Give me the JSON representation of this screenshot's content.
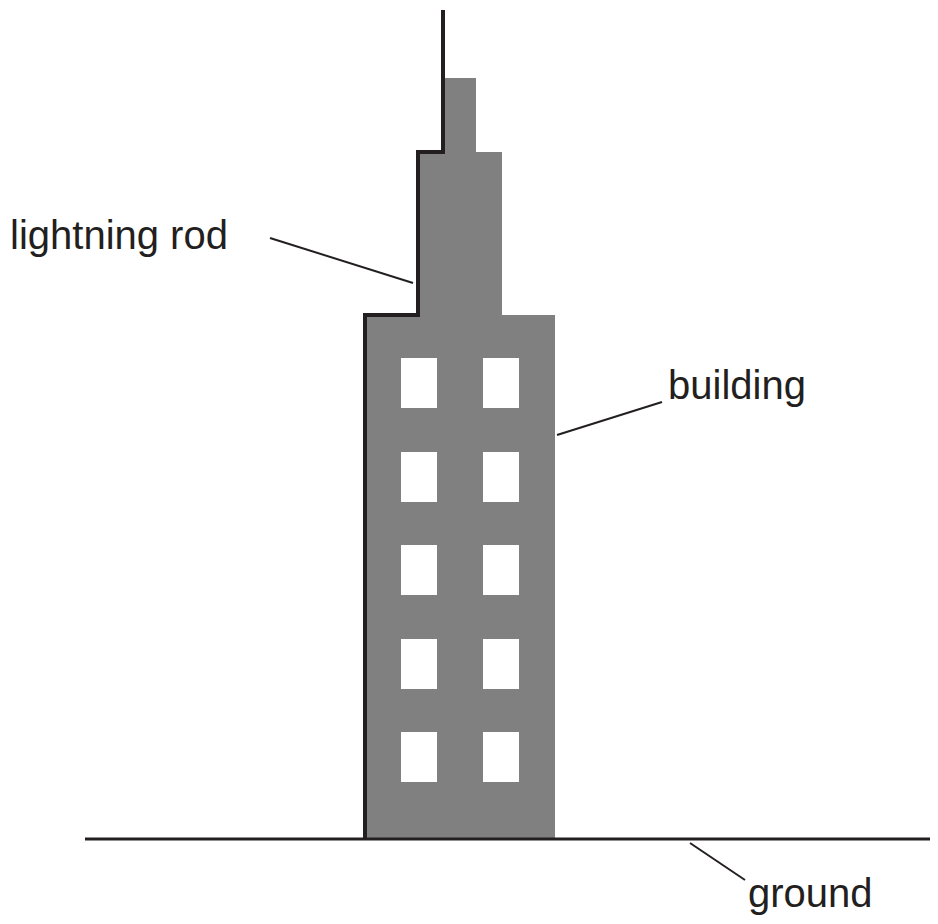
{
  "diagram": {
    "labels": [
      "lightning rod",
      "building",
      "ground"
    ]
  }
}
